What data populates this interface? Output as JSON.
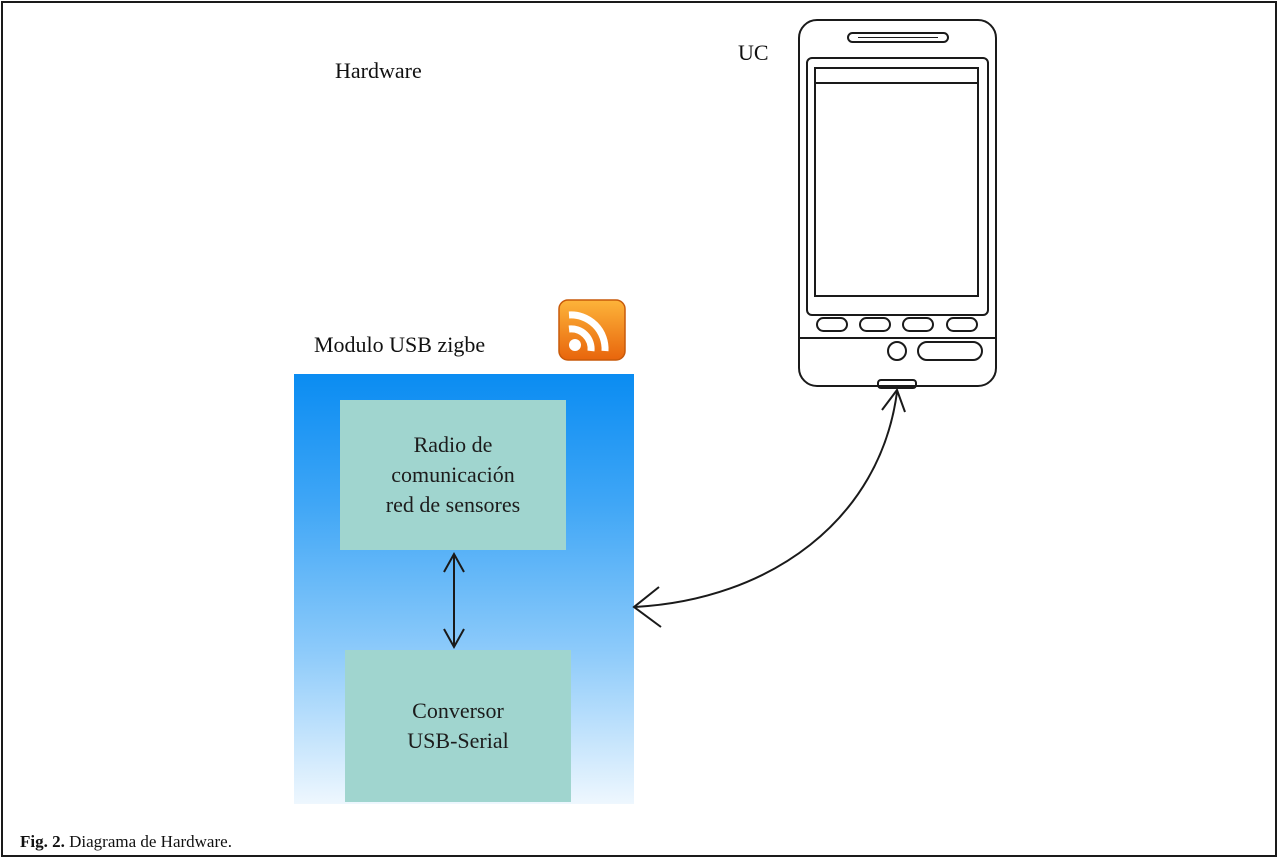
{
  "figure": {
    "hardware_label": "Hardware",
    "uc_label": "UC",
    "usb_module_label": "Modulo USB zigbe",
    "radio_block": [
      "Radio de",
      "comunicación",
      "red de sensores"
    ],
    "converter_block": [
      "Conversor",
      "USB-Serial"
    ],
    "rss_icon": "rss-feed-icon",
    "phone_icon": "smartphone-icon",
    "colors": {
      "usb_gradient_top": "#0a8cf2",
      "usb_gradient_bottom": "#eef7fe",
      "block_fill": "#a0d5cf",
      "rss_orange": "#f7941d"
    }
  },
  "caption": {
    "label": "Fig. 2.",
    "text": " Diagrama de Hardware."
  }
}
